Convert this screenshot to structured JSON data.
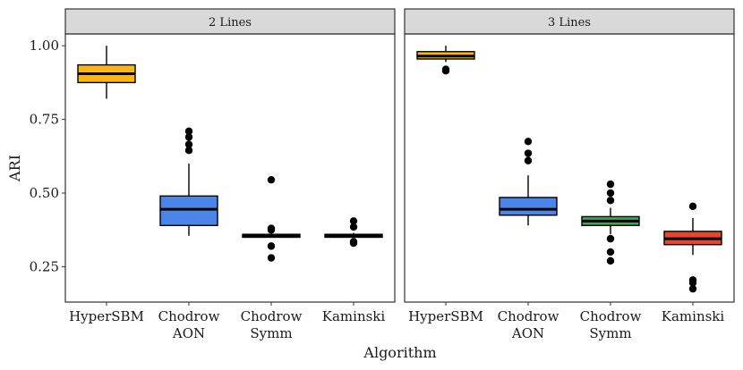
{
  "chart_data": {
    "type": "boxplot",
    "xlabel": "Algorithm",
    "ylabel": "ARI",
    "ylim": [
      0.13,
      1.04
    ],
    "yticks": [
      0.25,
      0.5,
      0.75,
      1.0
    ],
    "ytick_labels": [
      "0.25",
      "0.50",
      "0.75",
      "1.00"
    ],
    "categories": [
      {
        "key": "HyperSBM",
        "label": [
          "HyperSBM"
        ]
      },
      {
        "key": "ChodrowAON",
        "label": [
          "Chodrow",
          "AON"
        ]
      },
      {
        "key": "ChodrowSymm",
        "label": [
          "Chodrow",
          "Symm"
        ]
      },
      {
        "key": "Kaminski",
        "label": [
          "Kaminski"
        ]
      }
    ],
    "colors": {
      "HyperSBM": "#FDB515",
      "ChodrowAON": "#4A86E8",
      "ChodrowSymm": "#3AA55C",
      "Kaminski": "#E8452F",
      "strip_bg": "#D9D9D9",
      "panel_border": "#333333"
    },
    "grid": false,
    "legend": "none",
    "panels": [
      {
        "title": "2 Lines",
        "boxes": [
          {
            "category": "HyperSBM",
            "whisker_low": 0.82,
            "q1": 0.875,
            "median": 0.905,
            "q3": 0.935,
            "whisker_high": 1.0,
            "outliers": []
          },
          {
            "category": "ChodrowAON",
            "whisker_low": 0.355,
            "q1": 0.39,
            "median": 0.445,
            "q3": 0.49,
            "whisker_high": 0.6,
            "outliers": [
              0.71,
              0.69,
              0.665,
              0.645
            ]
          },
          {
            "category": "ChodrowSymm",
            "whisker_low": 0.35,
            "q1": 0.35,
            "median": 0.355,
            "q3": 0.36,
            "whisker_high": 0.365,
            "outliers": [
              0.545,
              0.38,
              0.375,
              0.32,
              0.28
            ]
          },
          {
            "category": "Kaminski",
            "whisker_low": 0.35,
            "q1": 0.35,
            "median": 0.355,
            "q3": 0.36,
            "whisker_high": 0.365,
            "outliers": [
              0.405,
              0.385,
              0.335,
              0.33
            ]
          }
        ]
      },
      {
        "title": "3 Lines",
        "boxes": [
          {
            "category": "HyperSBM",
            "whisker_low": 0.945,
            "q1": 0.955,
            "median": 0.965,
            "q3": 0.98,
            "whisker_high": 1.0,
            "outliers": [
              0.92,
              0.915
            ]
          },
          {
            "category": "ChodrowAON",
            "whisker_low": 0.39,
            "q1": 0.425,
            "median": 0.445,
            "q3": 0.485,
            "whisker_high": 0.56,
            "outliers": [
              0.675,
              0.635,
              0.61
            ]
          },
          {
            "category": "ChodrowSymm",
            "whisker_low": 0.36,
            "q1": 0.39,
            "median": 0.405,
            "q3": 0.42,
            "whisker_high": 0.45,
            "outliers": [
              0.53,
              0.5,
              0.475,
              0.345,
              0.3,
              0.27
            ]
          },
          {
            "category": "Kaminski",
            "whisker_low": 0.29,
            "q1": 0.325,
            "median": 0.345,
            "q3": 0.37,
            "whisker_high": 0.415,
            "outliers": [
              0.455,
              0.205,
              0.195,
              0.175
            ]
          }
        ]
      }
    ]
  }
}
